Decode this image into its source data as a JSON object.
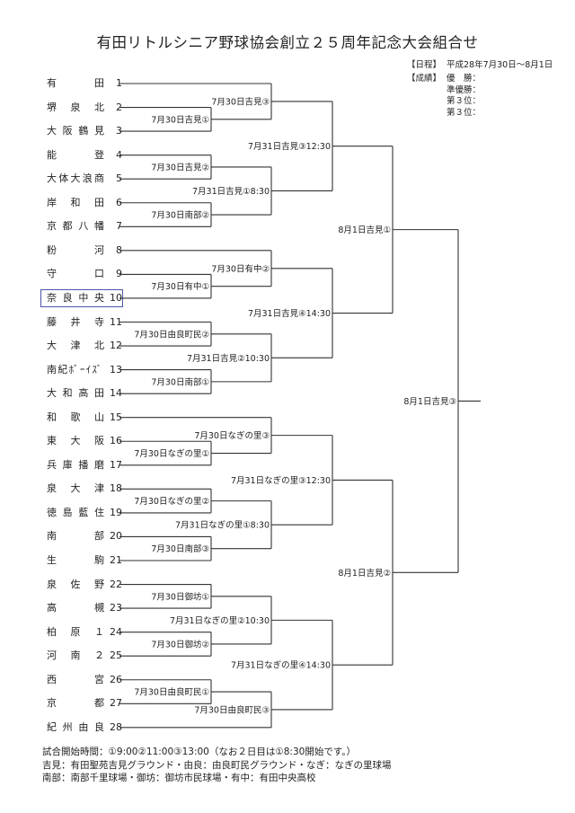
{
  "title": "有田リトルシニア野球協会創立２５周年記念大会組合せ",
  "schedule": {
    "key": "【日程】",
    "value": "平成28年7月30日～8月1日"
  },
  "results": {
    "key": "【成績】",
    "rows": [
      "優　勝：",
      "準優勝：",
      "第３位：",
      "第３位："
    ]
  },
  "teams": [
    {
      "no": "1",
      "name": "有田"
    },
    {
      "no": "2",
      "name": "堺泉北"
    },
    {
      "no": "3",
      "name": "大阪鶴見"
    },
    {
      "no": "4",
      "name": "能登"
    },
    {
      "no": "5",
      "name": "大体大浪商"
    },
    {
      "no": "6",
      "name": "岸和田"
    },
    {
      "no": "7",
      "name": "京都八幡"
    },
    {
      "no": "8",
      "name": "粉河"
    },
    {
      "no": "9",
      "name": "守口"
    },
    {
      "no": "10",
      "name": "奈良中央",
      "highlight": true
    },
    {
      "no": "11",
      "name": "藤井寺"
    },
    {
      "no": "12",
      "name": "大津北"
    },
    {
      "no": "13",
      "name": "南紀ﾎﾞｰｲｽﾞ"
    },
    {
      "no": "14",
      "name": "大和高田"
    },
    {
      "no": "15",
      "name": "和歌山"
    },
    {
      "no": "16",
      "name": "東大阪"
    },
    {
      "no": "17",
      "name": "兵庫播磨"
    },
    {
      "no": "18",
      "name": "泉大津"
    },
    {
      "no": "19",
      "name": "徳島藍住"
    },
    {
      "no": "20",
      "name": "南部"
    },
    {
      "no": "21",
      "name": "生駒"
    },
    {
      "no": "22",
      "name": "泉佐野"
    },
    {
      "no": "23",
      "name": "高槻"
    },
    {
      "no": "24",
      "name": "柏原１"
    },
    {
      "no": "25",
      "name": "河南２"
    },
    {
      "no": "26",
      "name": "西宮"
    },
    {
      "no": "27",
      "name": "京都"
    },
    {
      "no": "28",
      "name": "紀州由良"
    }
  ],
  "matches": [
    "7月30日吉見①",
    "7月30日吉見③",
    "7月30日吉見②",
    "7月30日南部②",
    "7月31日吉見①8:30",
    "7月31日吉見③12:30",
    "7月30日有中①",
    "7月30日有中②",
    "7月30日由良町民②",
    "7月30日南部①",
    "7月31日吉見②10:30",
    "7月31日吉見④14:30",
    "8月1日吉見①",
    "7月30日なぎの里①",
    "7月30日なぎの里③",
    "7月30日なぎの里②",
    "7月30日南部③",
    "7月31日なぎの里①8:30",
    "7月31日なぎの里③12:30",
    "7月30日御坊①",
    "7月30日御坊②",
    "7月31日なぎの里②10:30",
    "7月30日由良町民①",
    "7月30日由良町民③",
    "7月31日なぎの里④14:30",
    "8月1日吉見②",
    "8月1日吉見③"
  ],
  "footer": [
    "試合開始時間：①9:00②11:00③13:00（なお２日目は①8:30開始です。）",
    "吉見：有田聖苑吉見グラウンド・由良：由良町民グラウンド・なぎ：なぎの里球場",
    "南部：南部千里球場・御坊：御坊市民球場・有中：有田中央高校"
  ]
}
